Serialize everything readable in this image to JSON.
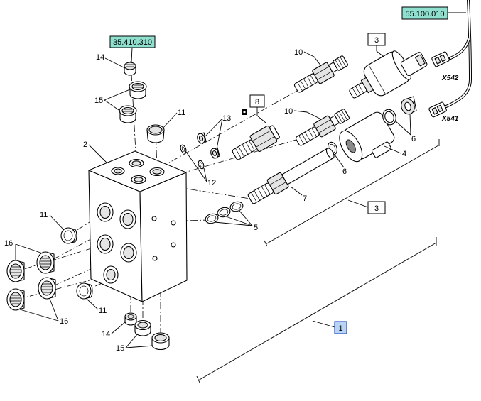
{
  "reference_codes": {
    "block_group": "35.410.310",
    "harness_group": "55.100.010"
  },
  "connectors": {
    "upper": "X542",
    "lower": "X541"
  },
  "callouts": {
    "top_cap": "14",
    "top_plugs": "15",
    "top_plug_11": "11",
    "valve_block": "2",
    "fittings": "13",
    "o_rings_12": "12",
    "cartridge_8": "8",
    "cartridge_10_upper": "10",
    "solenoid_upper": "3",
    "cartridge_10_lower": "10",
    "nut_washer": "6",
    "coil": "4",
    "ring_6": "6",
    "cartridge_7": "7",
    "solenoid_assembly": "3",
    "o_rings_5": "5",
    "left_plug_11": "11",
    "left_plugs_upper": "16",
    "left_plugs_lower": "16",
    "bottom_plug_11": "11",
    "bottom_cap": "14",
    "bottom_plugs": "15",
    "assembly": "1"
  },
  "colors": {
    "reference_highlight": "#8fe0cf",
    "selected_highlight": "#b8d3f3",
    "selected_border": "#2a55c8"
  }
}
